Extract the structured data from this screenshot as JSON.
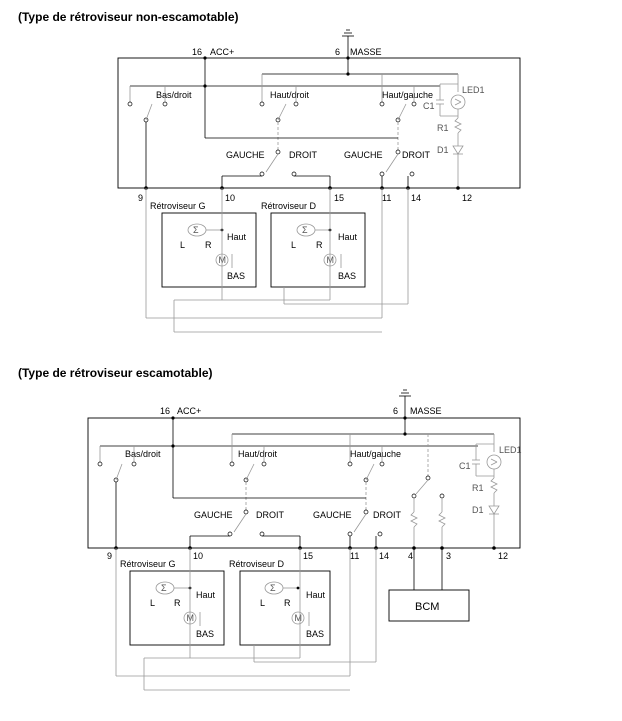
{
  "headings": {
    "non_folding": "(Type de rétroviseur non-escamotable)",
    "folding": "(Type de rétroviseur escamotable)"
  },
  "pins": {
    "acc": "16",
    "acc_label": "ACC+",
    "gnd": "6",
    "gnd_label": "MASSE",
    "p9": "9",
    "p10": "10",
    "p15": "15",
    "p11": "11",
    "p14": "14",
    "p12": "12",
    "p4": "4",
    "p3": "3"
  },
  "switches": {
    "down_right": "Bas/droit",
    "up_right": "Haut/droit",
    "up_left": "Haut/gauche",
    "left": "GAUCHE",
    "right": "DROIT"
  },
  "components": {
    "led": "LED1",
    "c1": "C1",
    "r1": "R1",
    "d1": "D1",
    "bcm": "BCM"
  },
  "mirrors": {
    "left": "Rétroviseur G",
    "right": "Rétroviseur D",
    "l": "L",
    "r": "R",
    "up": "Haut",
    "down": "BAS"
  }
}
